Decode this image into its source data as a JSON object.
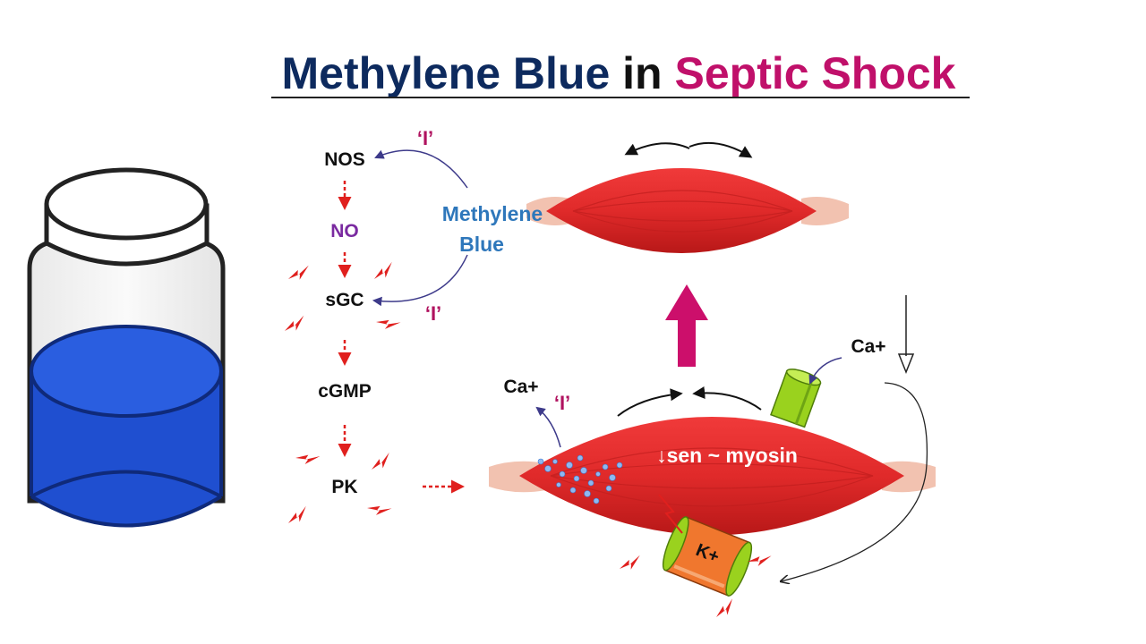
{
  "title": {
    "part1": "Methylene Blue",
    "part2": "in",
    "part3": "Septic Shock"
  },
  "pathway": {
    "steps": [
      "NOS",
      "NO",
      "sGC",
      "cGMP",
      "PK"
    ],
    "drug_label_line1": "Methylene",
    "drug_label_line2": "Blue",
    "inhibit_mark": "‘I’"
  },
  "muscle": {
    "calcium_left": "Ca+",
    "calcium_right": "Ca+",
    "inhibit_mark": "‘I’",
    "sensitivity_text": "↓sen ~ myosin",
    "potassium_channel": "K+"
  },
  "colors": {
    "title_blue": "#0d2a5e",
    "title_pink": "#c0106a",
    "muscle_red": "#e02a2a",
    "tendon_pink": "#f2c2b0",
    "arrow_magenta": "#cc0f6b",
    "dashed_arrow_red": "#e0201e",
    "methylene_blue_text": "#2e77bb",
    "no_purple": "#7a2aa0",
    "liquid_blue": "#1f4fd0",
    "ca_channel_green": "#9ad21e",
    "k_channel_orange": "#f0772e"
  },
  "icons": [
    "jar-icon",
    "relaxed-muscle-icon",
    "contracted-muscle-icon",
    "lightning-icon",
    "calcium-channel-icon",
    "potassium-channel-icon"
  ]
}
